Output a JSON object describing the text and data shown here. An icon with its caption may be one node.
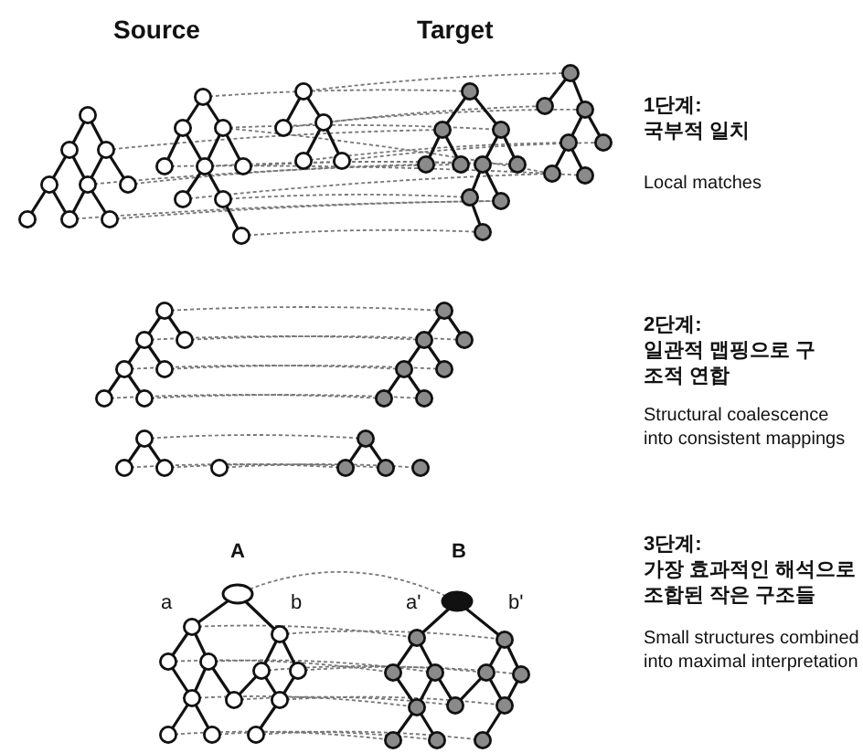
{
  "diagram": {
    "labels": [
      "Source",
      "Target",
      "1단계:",
      "국부적 일치",
      "Local matches",
      "2단계:",
      "일관적 맵핑으로 구조적 연합",
      "Structural coalescence into consistent mappings",
      "A",
      "B",
      "3단계:",
      "가장 효과적인 해석으로 조합된 작은 구조들",
      "a",
      "b",
      "a'",
      "b'",
      "Small structures combined into maximal interpretation"
    ]
  }
}
